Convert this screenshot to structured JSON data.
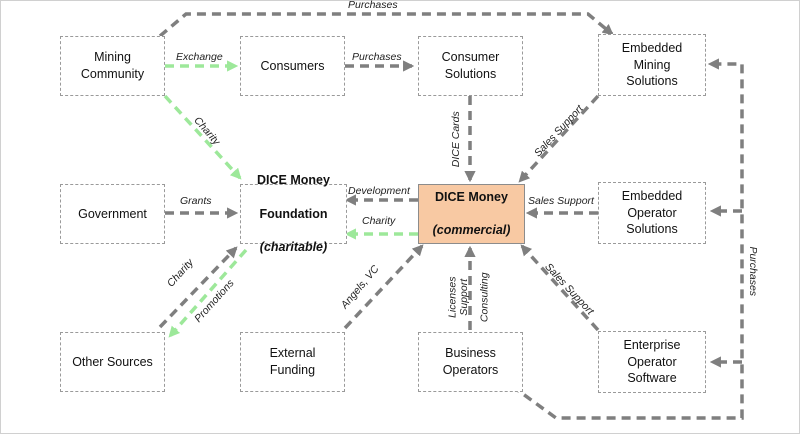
{
  "colors": {
    "gray_arrow": "#7f7f7f",
    "green_arrow": "#9de89a",
    "commercial_fill": "#f8c9a3",
    "box_border": "#9a9a9a"
  },
  "nodes": {
    "mining_community": "Mining\nCommunity",
    "consumers": "Consumers",
    "consumer_solutions": "Consumer\nSolutions",
    "embedded_mining": "Embedded\nMining\nSolutions",
    "government": "Government",
    "foundation_line1": "DICE Money",
    "foundation_line2": "Foundation",
    "foundation_line3": "(charitable)",
    "commercial_line1": "DICE Money",
    "commercial_line2": "(commercial)",
    "embedded_operator": "Embedded\nOperator\nSolutions",
    "other_sources": "Other Sources",
    "external_funding": "External\nFunding",
    "business_operators": "Business\nOperators",
    "enterprise_operator": "Enterprise\nOperator\nSoftware"
  },
  "edge_labels": {
    "purchases_top": "Purchases",
    "exchange": "Exchange",
    "purchases_consumers": "Purchases",
    "charity_mining": "Charity",
    "dice_cards": "DICE Cards",
    "sales_support_mining": "Sales Support",
    "grants": "Grants",
    "development": "Development",
    "charity_commercial": "Charity",
    "sales_support_operator": "Sales Support",
    "purchases_right": "Purchases",
    "charity_other": "Charity",
    "promotions": "Promotions",
    "angels_vc": "Angels, VC",
    "licenses": "Licenses",
    "support": "Support",
    "consulting": "Consulting",
    "sales_support_enterprise": "Sales Support"
  }
}
